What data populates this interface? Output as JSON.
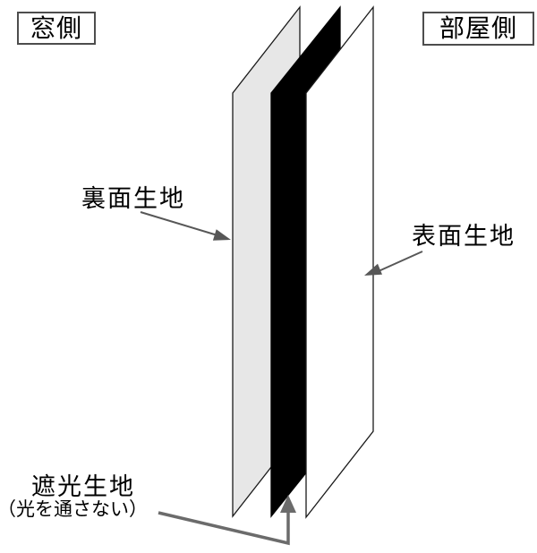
{
  "diagram": {
    "side_labels": {
      "window": "窓側",
      "room": "部屋側"
    },
    "labels": {
      "back_fabric": "裏面生地",
      "front_fabric": "表面生地",
      "blackout_fabric": "遮光生地",
      "blackout_note": "（光を通さない）"
    },
    "layers": [
      {
        "name": "back-fabric-panel",
        "fill": "#e7e7e7",
        "label": "裏面生地",
        "side": "窓側"
      },
      {
        "name": "blackout-fabric-panel",
        "fill": "#000000",
        "label": "遮光生地（光を通さない）"
      },
      {
        "name": "front-fabric-panel",
        "fill": "#ffffff",
        "label": "表面生地",
        "side": "部屋側"
      }
    ],
    "colors": {
      "panel_outline": "#1a1a1a",
      "arrow": "#575757",
      "callout": "#6b6b6b",
      "box_border": "#4d4d4d",
      "text": "#000000"
    }
  }
}
